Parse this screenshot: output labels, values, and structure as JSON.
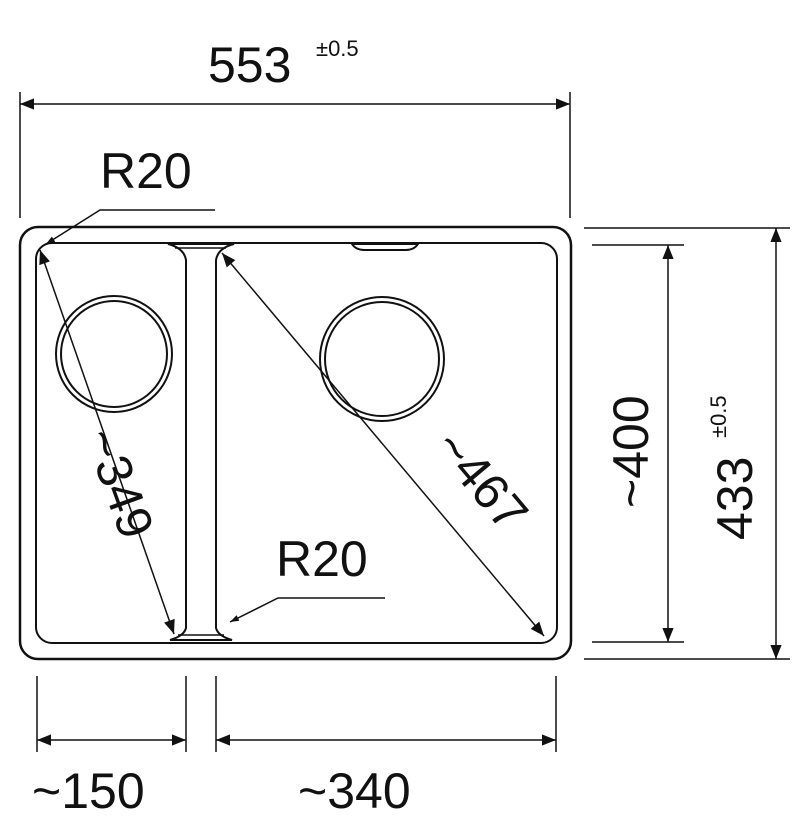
{
  "colors": {
    "line": "#111111",
    "background": "#ffffff"
  },
  "dimensions": {
    "overall_width": {
      "value": "553",
      "tolerance": "±0.5"
    },
    "overall_height": {
      "value": "433",
      "tolerance": "±0.5"
    },
    "inner_height": "~400",
    "small_bowl_width": "~150",
    "large_bowl_width": "~340",
    "small_bowl_diagonal": "~349",
    "large_bowl_diagonal": "~467",
    "outer_corner_radius": "R20",
    "inner_corner_radius": "R20"
  }
}
